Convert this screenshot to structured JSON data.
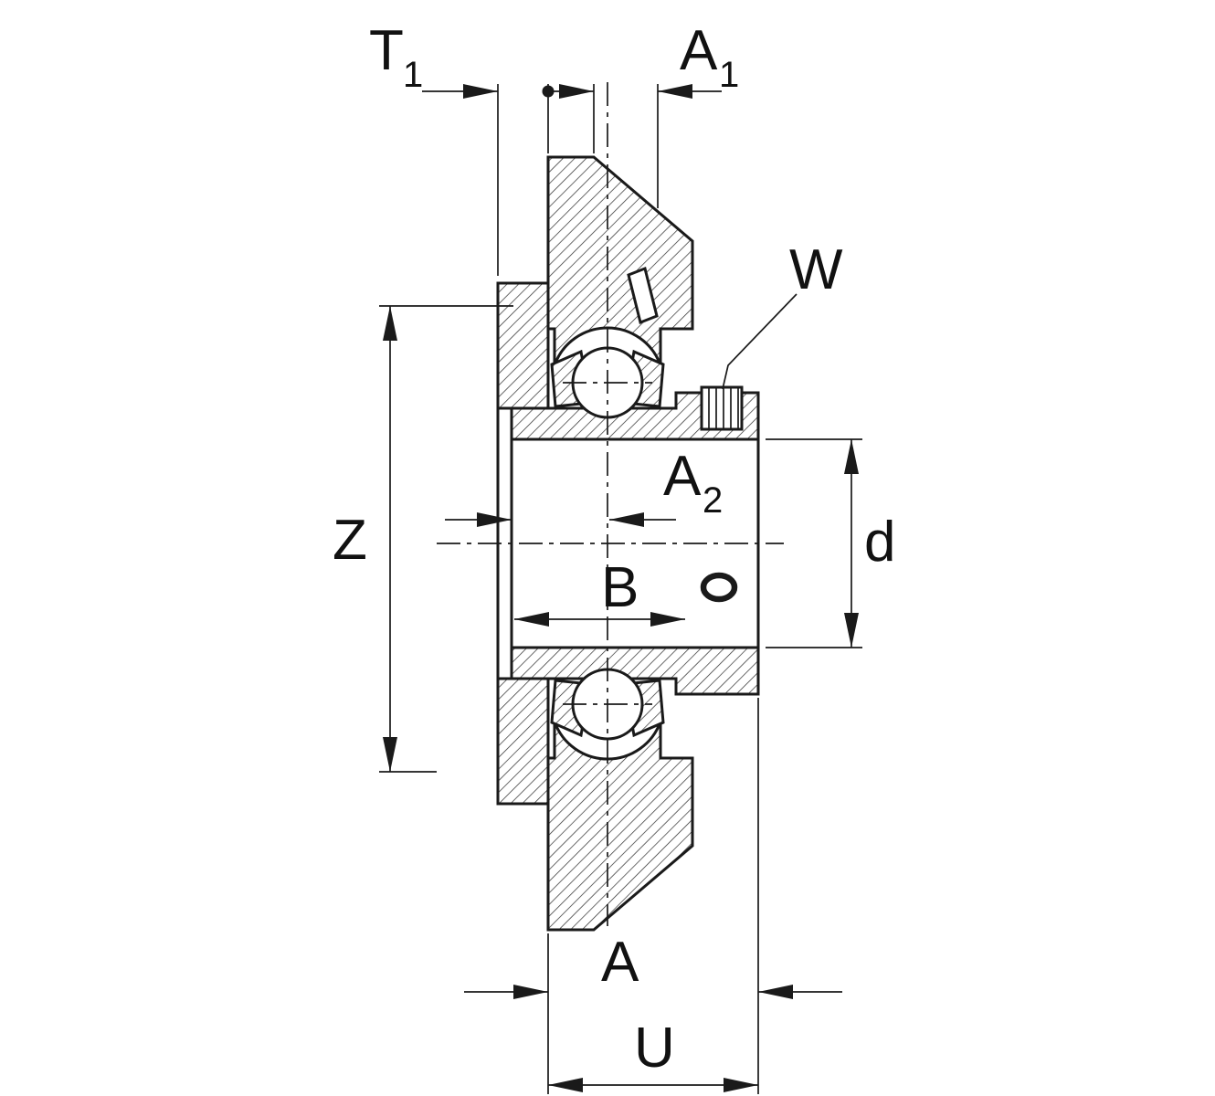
{
  "figure": {
    "title": "Flanged bearing housing unit – cross-section drawing",
    "background": "#ffffff",
    "line_color": "#1a1a1a"
  },
  "dimension_labels": {
    "T1": {
      "base": "T",
      "sub": "1"
    },
    "A1": {
      "base": "A",
      "sub": "1"
    },
    "A2": {
      "base": "A",
      "sub": "2"
    },
    "W": {
      "base": "W"
    },
    "Z": {
      "base": "Z"
    },
    "d": {
      "base": "d"
    },
    "B": {
      "base": "B"
    },
    "A": {
      "base": "A"
    },
    "U": {
      "base": "U"
    }
  }
}
